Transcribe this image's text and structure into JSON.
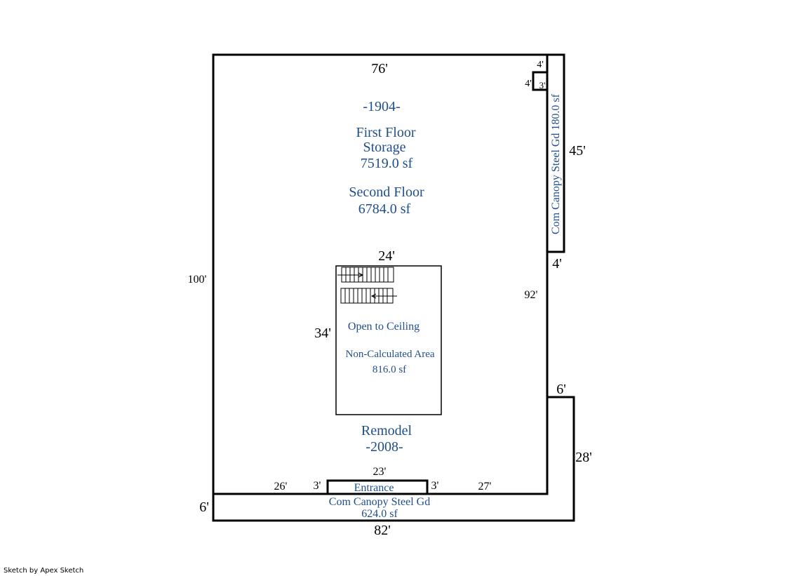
{
  "colors": {
    "line": "#000000",
    "label": "#1f4e8c",
    "dimension": "#000000"
  },
  "main_area": {
    "year_built": "-1904-",
    "first_floor": "First Floor",
    "use": "Storage",
    "first_floor_area": "7519.0 sf",
    "second_floor": "Second Floor",
    "second_floor_area": "6784.0 sf",
    "remodel": "Remodel",
    "remodel_year": "-2008-"
  },
  "open_area": {
    "title": "Open to Ceiling",
    "type": "Non-Calculated Area",
    "area": "816.0 sf"
  },
  "side_canopy": {
    "label": "Com Canopy Steel Gd  180.0 sf"
  },
  "front_canopy": {
    "label": "Com Canopy Steel Gd",
    "area": "624.0 sf"
  },
  "entrance": {
    "label": "Entrance"
  },
  "dimensions": {
    "top": "76'",
    "left": "100'",
    "right_upper": "45'",
    "right_lower": "92'",
    "canopy_bottom": "4'",
    "notch_top": "4'",
    "notch_left": "4'",
    "notch_inner": "3'",
    "open_top": "24'",
    "open_left": "34'",
    "front_left": "26'",
    "front_right": "27'",
    "entrance_width": "23'",
    "entrance_left": "3'",
    "entrance_right": "3'",
    "step_top": "6'",
    "right_canopy": "28'",
    "bottom_left": "6'",
    "bottom": "82'"
  },
  "credit": "Sketch by Apex Sketch"
}
